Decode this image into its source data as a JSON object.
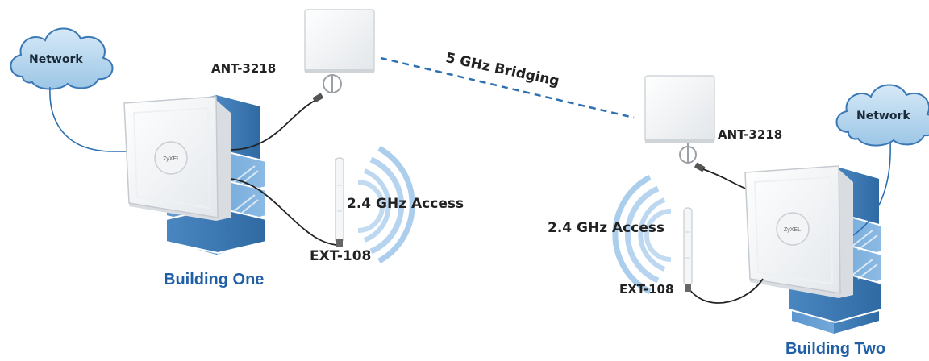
{
  "left": {
    "network_label": "Network",
    "antenna_panel_label": "ANT-3218",
    "omni_antenna_label": "EXT-108",
    "access_label": "2.4 GHz Access",
    "building_label": "Building One",
    "ap_logo": "ZyXEL"
  },
  "right": {
    "network_label": "Network",
    "antenna_panel_label": "ANT-3218",
    "omni_antenna_label": "EXT-108",
    "access_label": "2.4 GHz Access",
    "building_label": "Building Two",
    "ap_logo": "ZyXEL"
  },
  "link": {
    "bridging_label": "5 GHz Bridging",
    "line_color": "#2e6fb0"
  },
  "colors": {
    "cloud_fill": "#bcd8ee",
    "cloud_stroke": "#3a78b5",
    "building_blue": "#6aa3d6",
    "building_dark": "#3f7fb9",
    "wave_color": "#8fbde6",
    "label_blue": "#1f5fa6"
  },
  "icons": {
    "cloud": "cloud-icon",
    "panel_antenna": "panel-antenna-icon",
    "omni_antenna": "omni-antenna-icon",
    "access_point": "access-point-icon",
    "building": "building-icon",
    "signal": "signal-waves-icon"
  }
}
